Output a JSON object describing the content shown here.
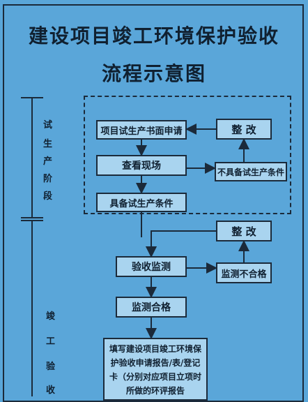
{
  "title": {
    "line1": "建设项目竣工环境保护验收",
    "line2": "流程示意图"
  },
  "stages": {
    "trial": [
      "试",
      "生",
      "产",
      "阶",
      "段"
    ],
    "acceptance": [
      "竣",
      "工",
      "验",
      "收"
    ]
  },
  "boxes": {
    "apply": "项目试生产书面申请",
    "rectify1": "整 改",
    "inspect": "查看现场",
    "not_meet": "不具备试生产条件",
    "meet": "具备试生产条件",
    "rectify2": "整 改",
    "monitor": "验收监测",
    "fail": "监测不合格",
    "pass": "监测合格",
    "report": "填写建设项目竣工环境保护验收申请报告/表/登记卡（分别对应项目立项时所做的环评报告"
  }
}
